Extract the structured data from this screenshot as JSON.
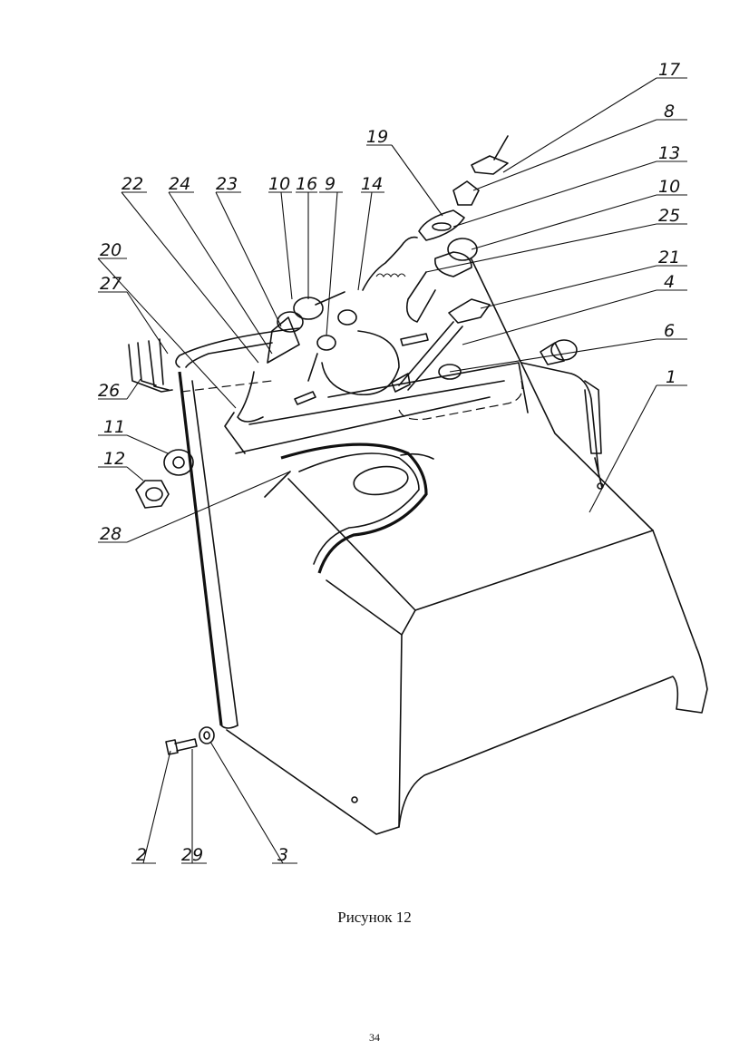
{
  "figure": {
    "caption": "Рисунок 12",
    "page_number": "34"
  },
  "callouts": [
    "17",
    "8",
    "19",
    "13",
    "10",
    "25",
    "22",
    "24",
    "23",
    "10",
    "16",
    "9",
    "14",
    "21",
    "20",
    "4",
    "27",
    "6",
    "26",
    "1",
    "11",
    "12",
    "28",
    "2",
    "29",
    "3"
  ]
}
